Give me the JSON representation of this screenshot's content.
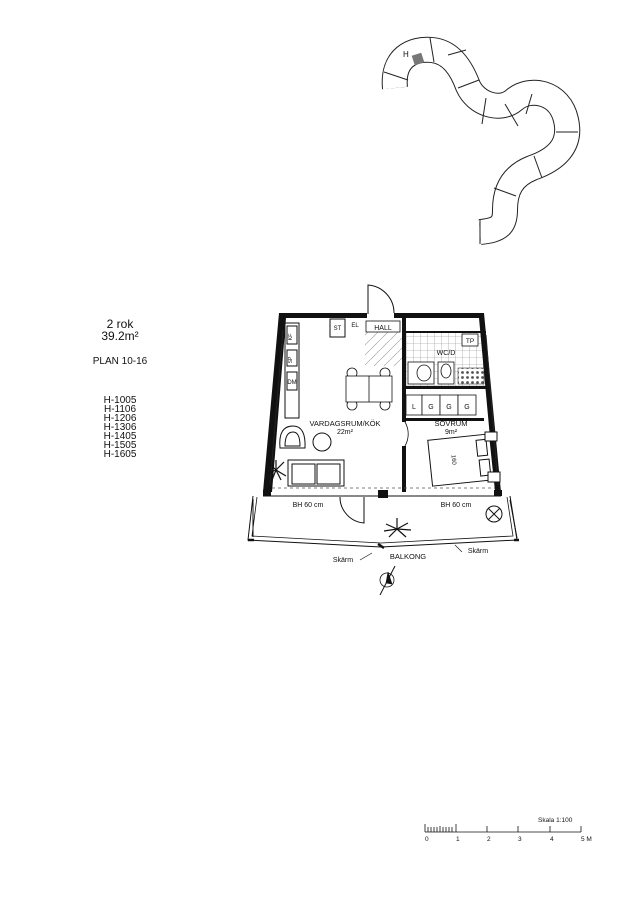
{
  "apartment": {
    "type": "2 rok",
    "area": "39.2m²",
    "plan": "PLAN 10-16",
    "units": [
      "H-1005",
      "H-1106",
      "H-1206",
      "H-1306",
      "H-1405",
      "H-1505",
      "H-1605"
    ]
  },
  "keymap": {
    "building_label": "H"
  },
  "rooms": {
    "living": {
      "name": "VARDAGSRUM/KÖK",
      "area": "22m²"
    },
    "bedroom": {
      "name": "SOVRUM",
      "area": "9m²"
    },
    "bath": {
      "name": "WC/D"
    },
    "hall": {
      "name": "HALL"
    },
    "balcony": {
      "name": "BALKONG"
    }
  },
  "fixtures": {
    "st": "ST",
    "el": "EL",
    "tp": "TP",
    "kf": "KF",
    "dm": "DM",
    "sp": "SP",
    "wardrobe": [
      "L",
      "G",
      "G",
      "G"
    ],
    "bed_size": "160"
  },
  "annotations": {
    "bh_left": "BH 60 cm",
    "bh_right": "BH 60 cm",
    "skarm_left": "Skärm",
    "skarm_right": "Skärm"
  },
  "scale": {
    "label": "Skala 1:100",
    "ticks": [
      "0",
      "1",
      "2",
      "3",
      "4",
      "5 M"
    ]
  }
}
